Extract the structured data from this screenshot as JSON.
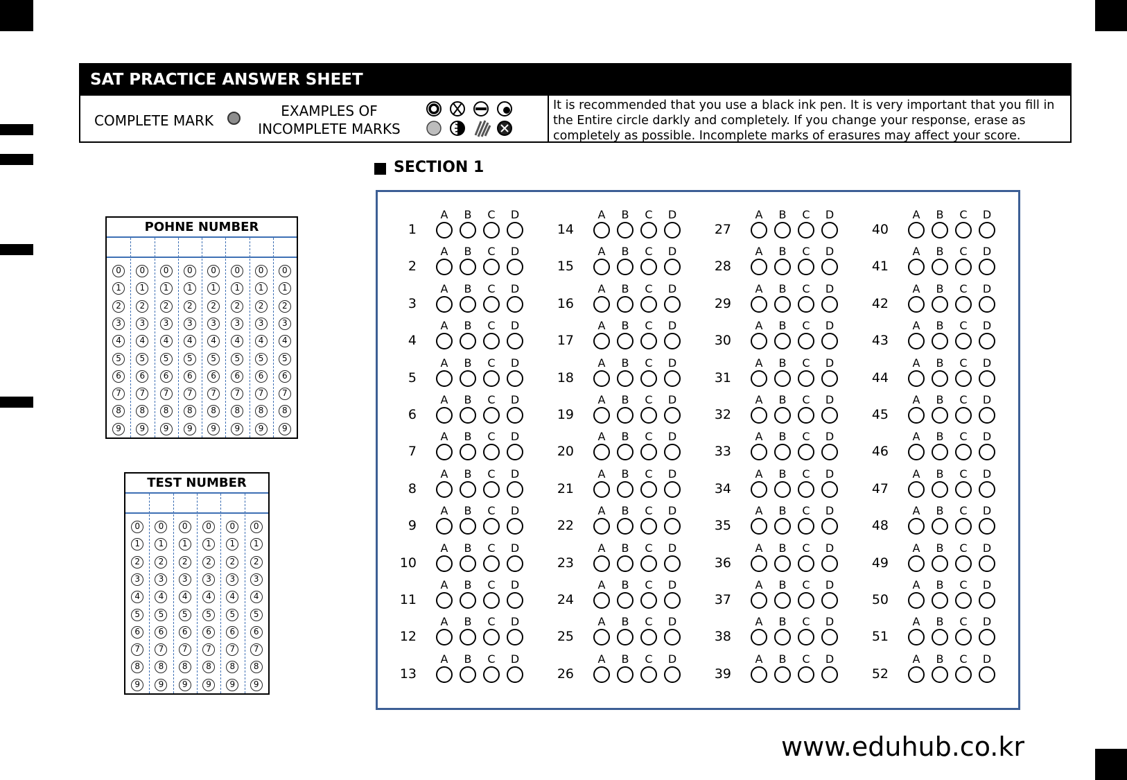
{
  "header": {
    "title": "SAT PRACTICE ANSWER SHEET",
    "complete_mark_label": "COMPLETE MARK",
    "incomplete_marks_label": "EXAMPLES OF INCOMPLETE MARKS",
    "instructions": "It is recommended that you use a black ink pen. It is very important that you fill in the Entire circle darkly and completely. If you change your response, erase as completely as possible. Incomplete marks of erasures may affect your score."
  },
  "section": {
    "title": "SECTION 1"
  },
  "phone_grid": {
    "title": "POHNE NUMBER",
    "columns": 8,
    "digits": [
      "0",
      "1",
      "2",
      "3",
      "4",
      "5",
      "6",
      "7",
      "8",
      "9"
    ]
  },
  "test_grid": {
    "title": "TEST NUMBER",
    "columns": 6,
    "digits": [
      "0",
      "1",
      "2",
      "3",
      "4",
      "5",
      "6",
      "7",
      "8",
      "9"
    ]
  },
  "answers": {
    "options": [
      "A",
      "B",
      "C",
      "D"
    ],
    "question_count": 52,
    "per_column": 13
  },
  "footer": {
    "url": "www.eduhub.co.kr"
  },
  "colors": {
    "grid_blue": "#3d6fb4",
    "box_blue": "#3d5f95",
    "complete_fill": "#8d8d8d"
  }
}
